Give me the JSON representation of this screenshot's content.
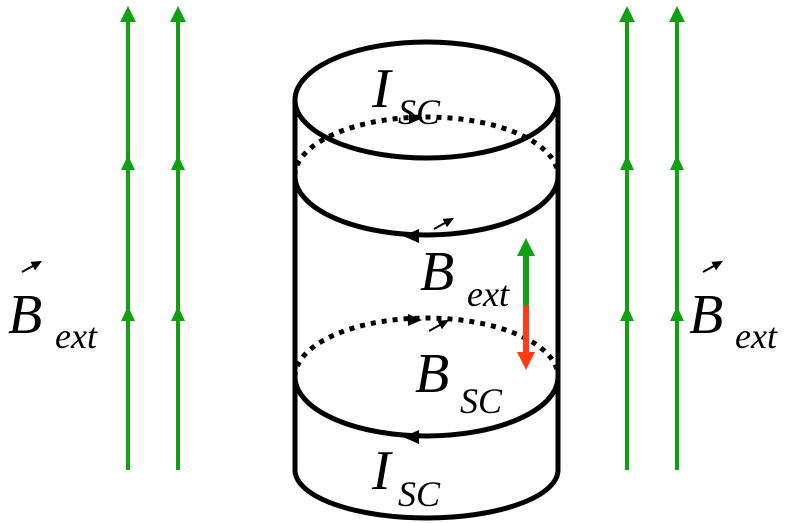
{
  "colors": {
    "field_line": "#12a012",
    "outline": "#000000",
    "b_ext_arrow": "#12a012",
    "b_sc_arrow": "#ff3c14"
  },
  "labels": {
    "b_ext_left": {
      "main": "B",
      "sub": "ext"
    },
    "b_ext_right": {
      "main": "B",
      "sub": "ext"
    },
    "b_ext_inner": {
      "main": "B",
      "sub": "ext"
    },
    "b_sc_inner": {
      "main": "B",
      "sub": "SC"
    },
    "i_sc_top": {
      "main": "I",
      "sub": "SC"
    },
    "i_sc_bottom": {
      "main": "I",
      "sub": "SC"
    }
  },
  "icons": [
    "vector-arrow-accent",
    "field-line-arrowhead",
    "current-direction-arrowhead"
  ]
}
